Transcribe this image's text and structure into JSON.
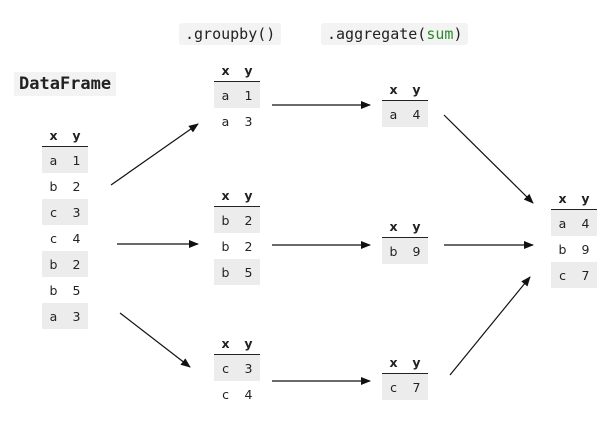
{
  "header": {
    "groupby_prefix": ".groupby()",
    "aggregate_prefix": ".aggregate(",
    "aggregate_fn": "sum",
    "aggregate_suffix": ")"
  },
  "dataframe": {
    "title": "DataFrame",
    "columns": [
      "x",
      "y"
    ],
    "rows": [
      [
        "a",
        "1"
      ],
      [
        "b",
        "2"
      ],
      [
        "c",
        "3"
      ],
      [
        "c",
        "4"
      ],
      [
        "b",
        "2"
      ],
      [
        "b",
        "5"
      ],
      [
        "a",
        "3"
      ]
    ]
  },
  "groups": [
    {
      "columns": [
        "x",
        "y"
      ],
      "rows": [
        [
          "a",
          "1"
        ],
        [
          "a",
          "3"
        ]
      ]
    },
    {
      "columns": [
        "x",
        "y"
      ],
      "rows": [
        [
          "b",
          "2"
        ],
        [
          "b",
          "2"
        ],
        [
          "b",
          "5"
        ]
      ]
    },
    {
      "columns": [
        "x",
        "y"
      ],
      "rows": [
        [
          "c",
          "3"
        ],
        [
          "c",
          "4"
        ]
      ]
    }
  ],
  "aggregates": [
    {
      "columns": [
        "x",
        "y"
      ],
      "rows": [
        [
          "a",
          "4"
        ]
      ]
    },
    {
      "columns": [
        "x",
        "y"
      ],
      "rows": [
        [
          "b",
          "9"
        ]
      ]
    },
    {
      "columns": [
        "x",
        "y"
      ],
      "rows": [
        [
          "c",
          "7"
        ]
      ]
    }
  ],
  "result": {
    "columns": [
      "x",
      "y"
    ],
    "rows": [
      [
        "a",
        "4"
      ],
      [
        "b",
        "9"
      ],
      [
        "c",
        "7"
      ]
    ]
  }
}
